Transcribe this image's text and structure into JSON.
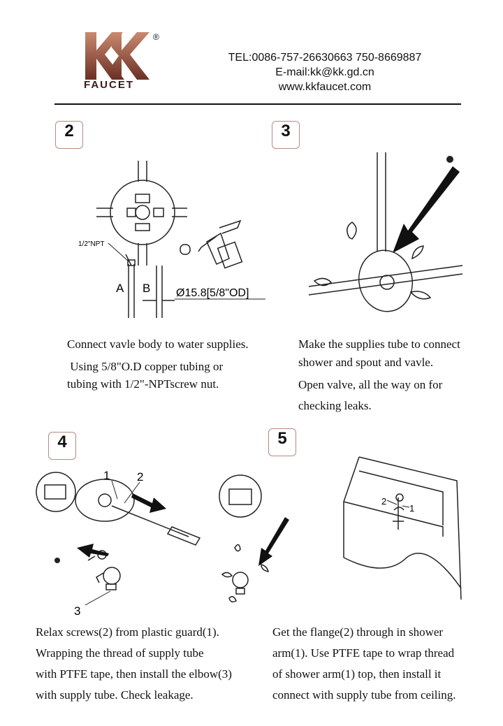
{
  "header": {
    "brand": "FAUCET",
    "logo_letters": "KK",
    "registered": "®",
    "tel": "TEL:0086-757-26630663 750-8669887",
    "email": "E-mail:kk@kk.gd.cn",
    "web": "www.kkfaucet.com"
  },
  "steps": [
    {
      "number": "2",
      "lines": [
        "Connect vavle body to water supplies.",
        " Using 5/8\"O.D copper tubing or",
        "tubing with 1/2\"-NPTscrew nut."
      ],
      "labels": {
        "npt": "1/2\"NPT",
        "a": "A",
        "b": "B",
        "od": "Ø15.8[5/8\"OD]"
      }
    },
    {
      "number": "3",
      "lines": [
        "Make the supplies tube to connect",
        "shower and spout and vavle.",
        "Open valve, all the way on for",
        "checking leaks."
      ]
    },
    {
      "number": "4",
      "lines": [
        "Relax screws(2) from plastic guard(1).",
        "Wrapping the thread of supply tube",
        "with PTFE tape, then install the elbow(3)",
        "with supply tube. Check leakage."
      ],
      "labels": {
        "one": "1",
        "two": "2",
        "three": "3"
      }
    },
    {
      "number": "5",
      "lines": [
        "Get the flange(2) through in shower",
        "arm(1). Use PTFE tape to wrap thread",
        "of shower arm(1) top, then install it",
        "connect with supply tube from ceiling."
      ],
      "labels": {
        "one": "1",
        "two": "2"
      }
    }
  ],
  "colors": {
    "logo_gradient_top": "#b06a52",
    "logo_gradient_bottom": "#5a2a20",
    "step_border": "#b58a80"
  }
}
